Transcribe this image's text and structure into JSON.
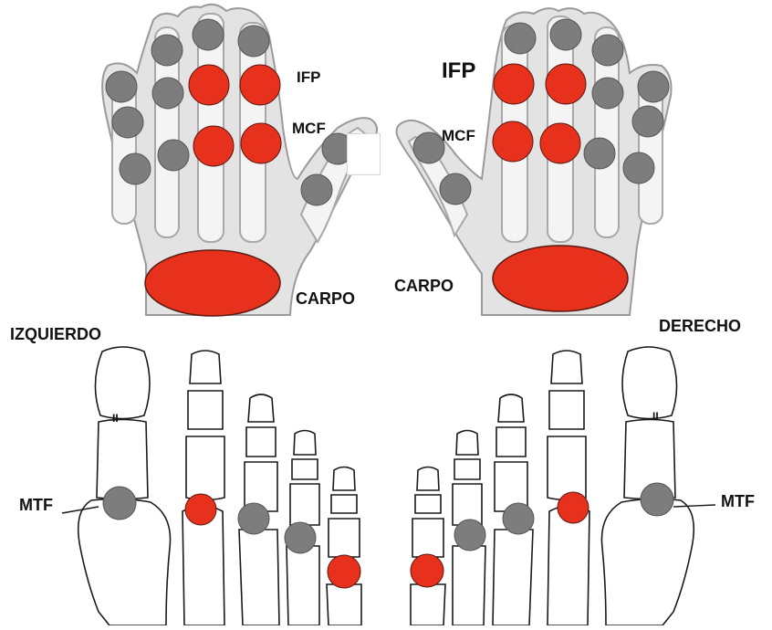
{
  "labels": {
    "left_hand_ifp": "IFP",
    "left_hand_mcf": "MCF",
    "left_hand_carpo": "CARPO",
    "right_hand_ifp": "IFP",
    "right_hand_mcf": "MCF",
    "right_hand_carpo": "CARPO",
    "left_side": "IZQUIERDO",
    "right_side": "DERECHO",
    "left_foot_mtf": "MTF",
    "right_foot_mtf": "MTF",
    "left_hallux_ip": "II",
    "right_hallux_ip": "II"
  },
  "colors": {
    "affected_joint": "#e8311c",
    "unaffected_joint": "#7d7d7d",
    "hand_silhouette": "#e3e3e3",
    "bone_fill": "#f2f2f2",
    "outline": "#1a1a1a"
  },
  "icons": {
    "affected_joint": "red-filled-circle",
    "unaffected_joint": "gray-filled-circle"
  }
}
